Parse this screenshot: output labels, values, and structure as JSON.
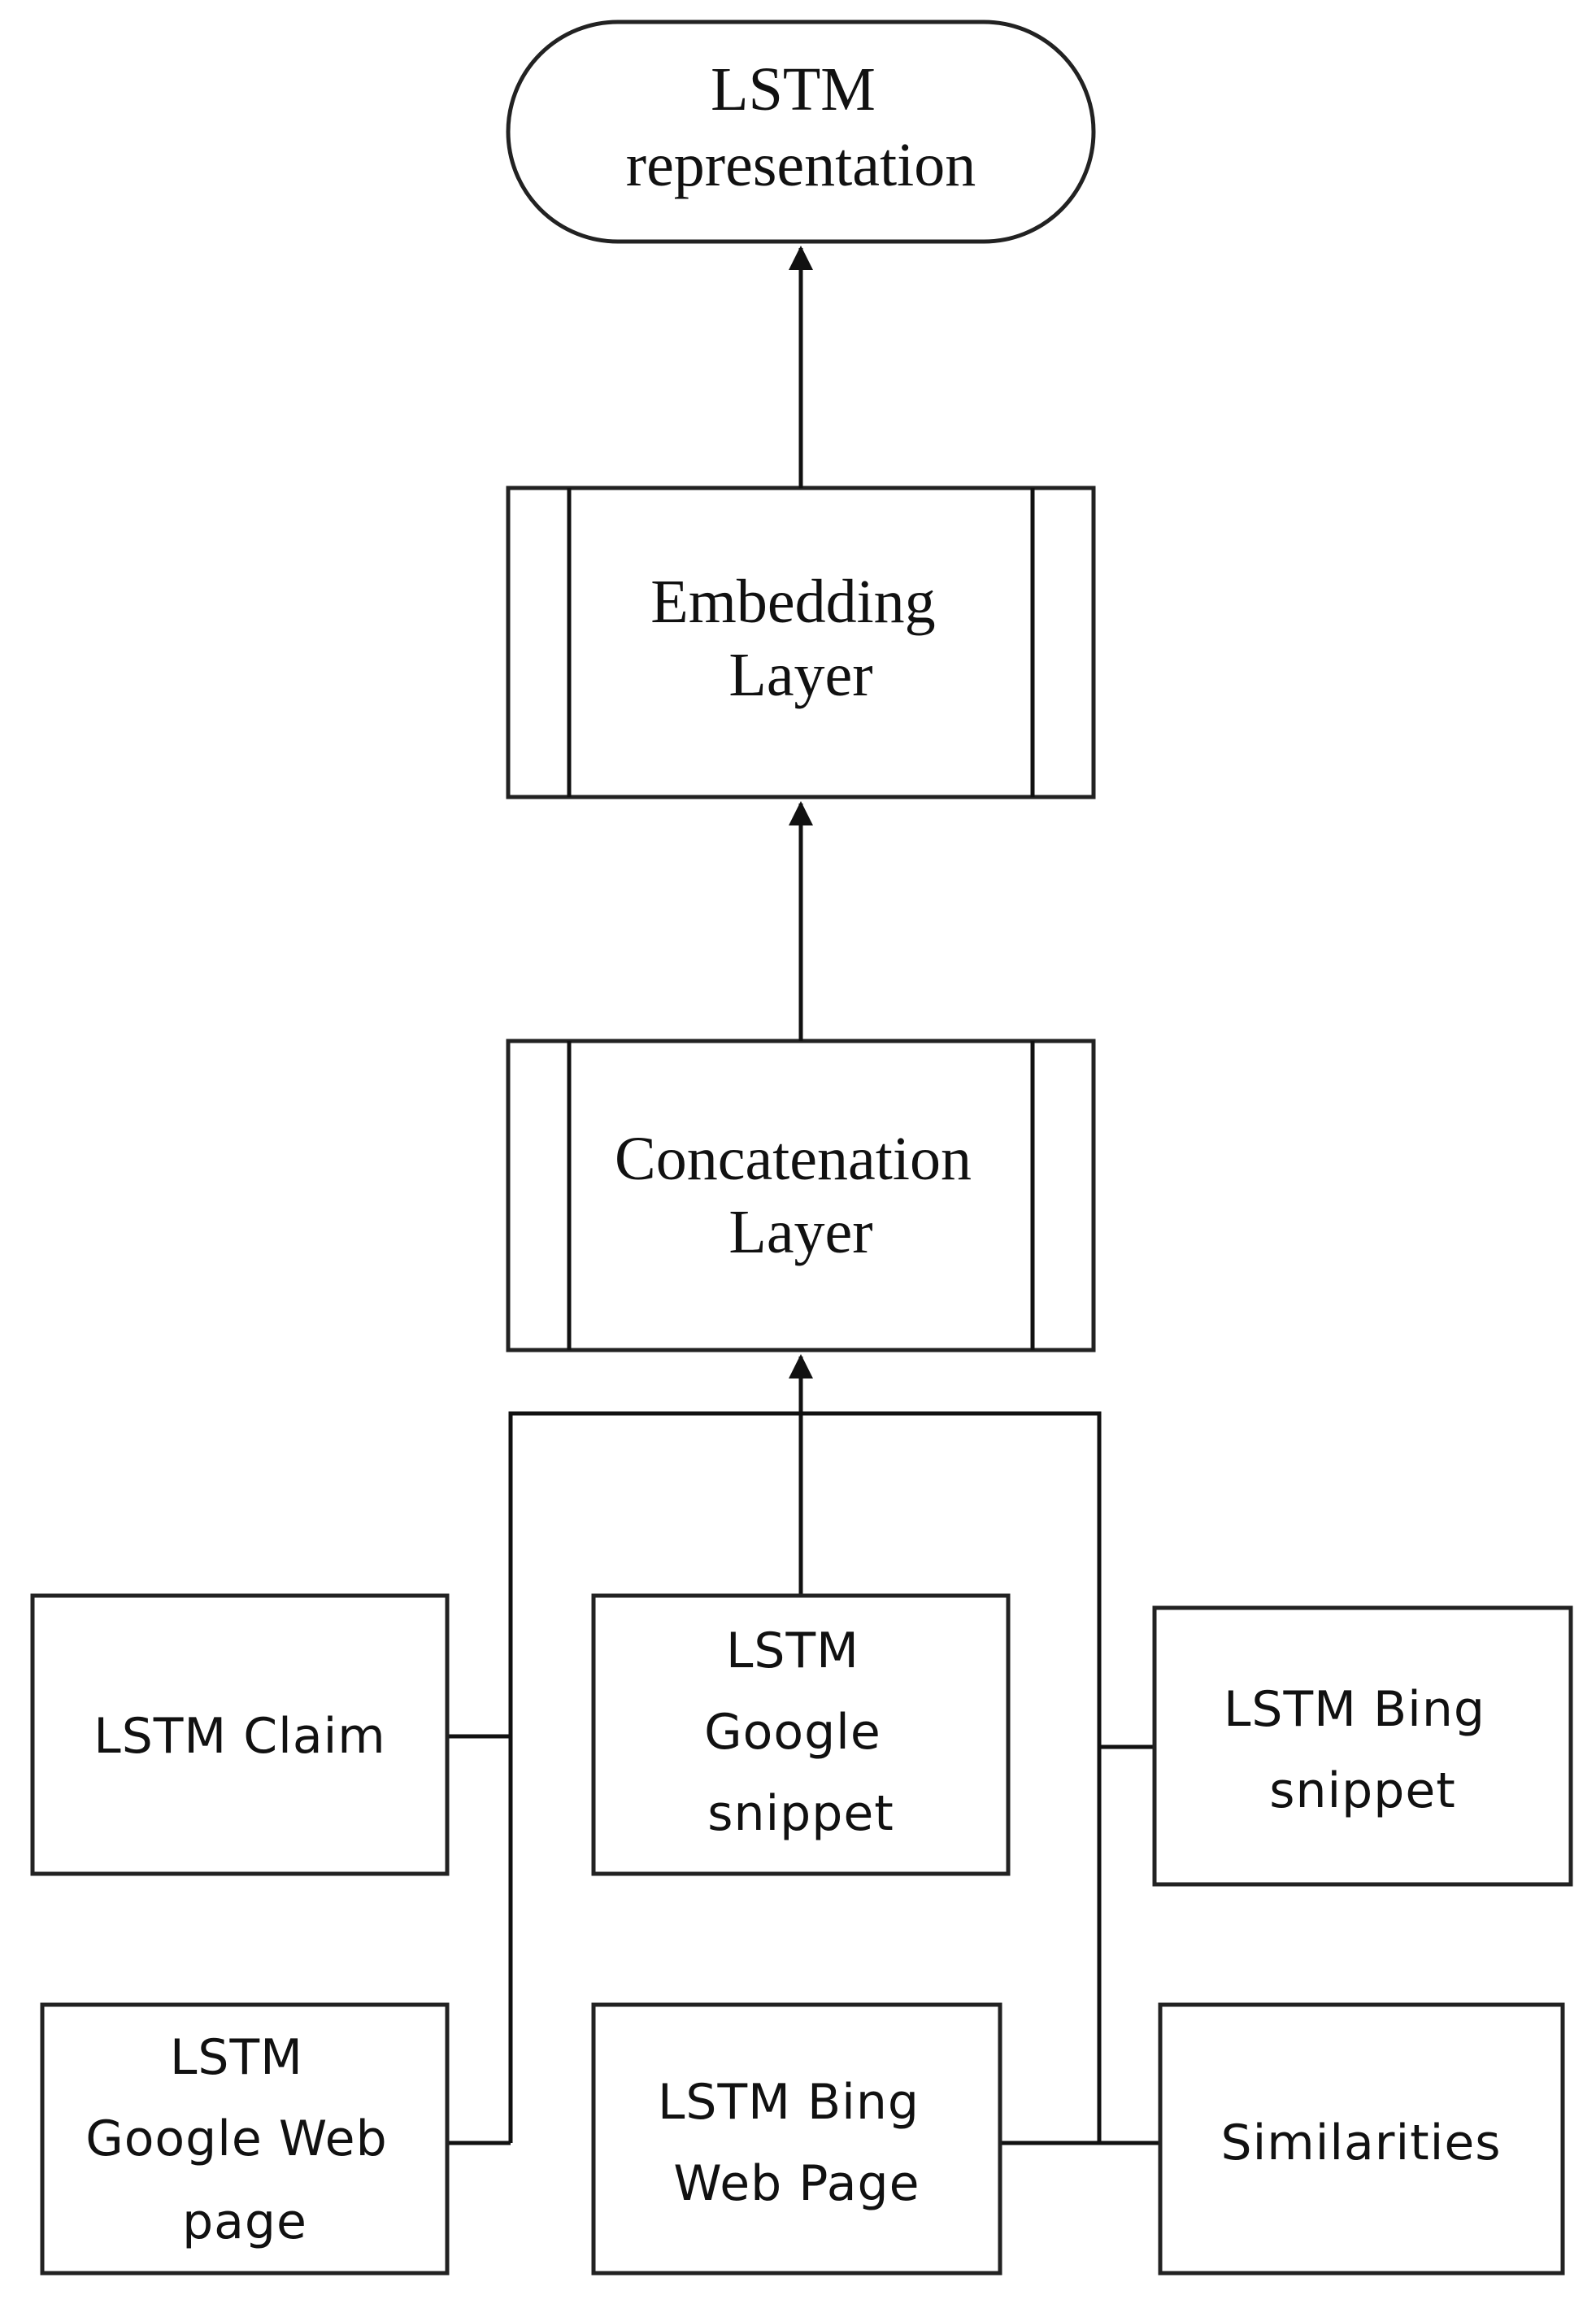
{
  "nodes": {
    "output": {
      "lines": [
        "LSTM",
        "representation"
      ]
    },
    "embedding": {
      "lines": [
        "Embedding",
        "Layer"
      ]
    },
    "concatenation": {
      "lines": [
        "Concatenation",
        "Layer"
      ]
    },
    "claim": {
      "lines": [
        "LSTM Claim"
      ]
    },
    "google_snippet": {
      "lines": [
        "LSTM",
        "Google",
        "snippet"
      ]
    },
    "bing_snippet": {
      "lines": [
        "LSTM Bing",
        "snippet"
      ]
    },
    "google_web": {
      "lines": [
        "LSTM",
        "Google Web",
        "page"
      ]
    },
    "bing_web": {
      "lines": [
        "LSTM Bing",
        "Web Page"
      ]
    },
    "similarities": {
      "lines": [
        "Similarities"
      ]
    }
  }
}
